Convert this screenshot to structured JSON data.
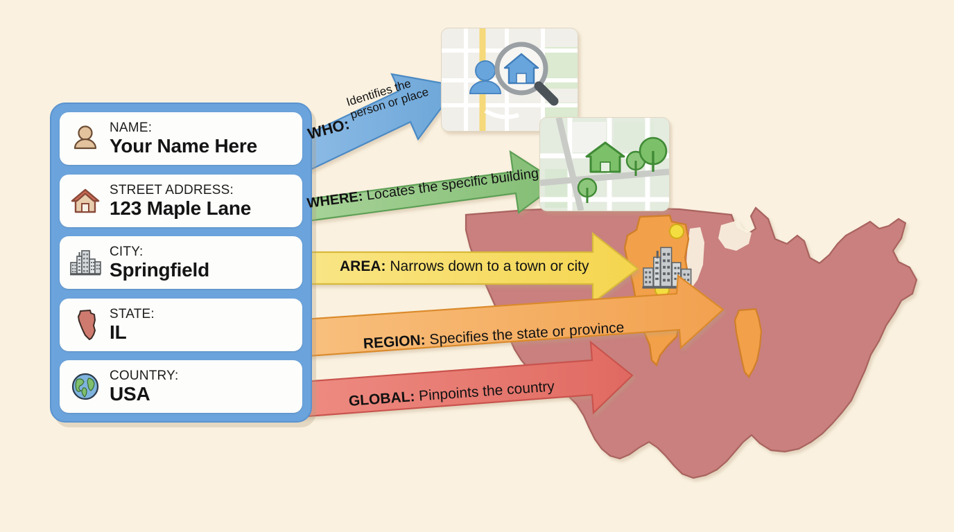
{
  "background_color": "#faf1e0",
  "card": {
    "border_color": "#6ba3dc",
    "rows": [
      {
        "icon": "person-icon",
        "label": "NAME:",
        "value": "Your Name Here"
      },
      {
        "icon": "house-icon",
        "label": "STREET ADDRESS:",
        "value": "123 Maple Lane"
      },
      {
        "icon": "city-icon",
        "label": "CITY:",
        "value": "Springfield"
      },
      {
        "icon": "state-icon",
        "label": "STATE:",
        "value": "IL"
      },
      {
        "icon": "globe-icon",
        "label": "COUNTRY:",
        "value": "USA"
      }
    ]
  },
  "arrows": [
    {
      "key": "WHO:",
      "desc_line1": "Identifies the",
      "desc_line2": "person or place",
      "color": "#7eb1de",
      "stroke": "#4b8ac4"
    },
    {
      "key": "WHERE:",
      "desc": "Locates the specific building",
      "color": "#98ca8a",
      "stroke": "#5d9f55"
    },
    {
      "key": "AREA:",
      "desc": "Narrows down to a town or city",
      "color": "#f7df6e",
      "stroke": "#d8b93a"
    },
    {
      "key": "REGION:",
      "desc": "Specifies the state or province",
      "color": "#f5ad5c",
      "stroke": "#da8a2c"
    },
    {
      "key": "GLOBAL:",
      "desc": "Pinpoints the country",
      "color": "#e8736b",
      "stroke": "#c9524d"
    }
  ],
  "map_thumbs": [
    {
      "name": "street-map-thumbnail",
      "icons": [
        "person-icon",
        "magnifier-icon",
        "house-icon"
      ]
    },
    {
      "name": "neighborhood-map-thumbnail",
      "icons": [
        "house-icon",
        "tree-icon"
      ]
    }
  ],
  "us_map": {
    "country_color": "#c9807e",
    "highlight_color": "#f2a04a",
    "highlighted_state": "IL",
    "state_markers": 2,
    "state_icon": "city-icon"
  }
}
